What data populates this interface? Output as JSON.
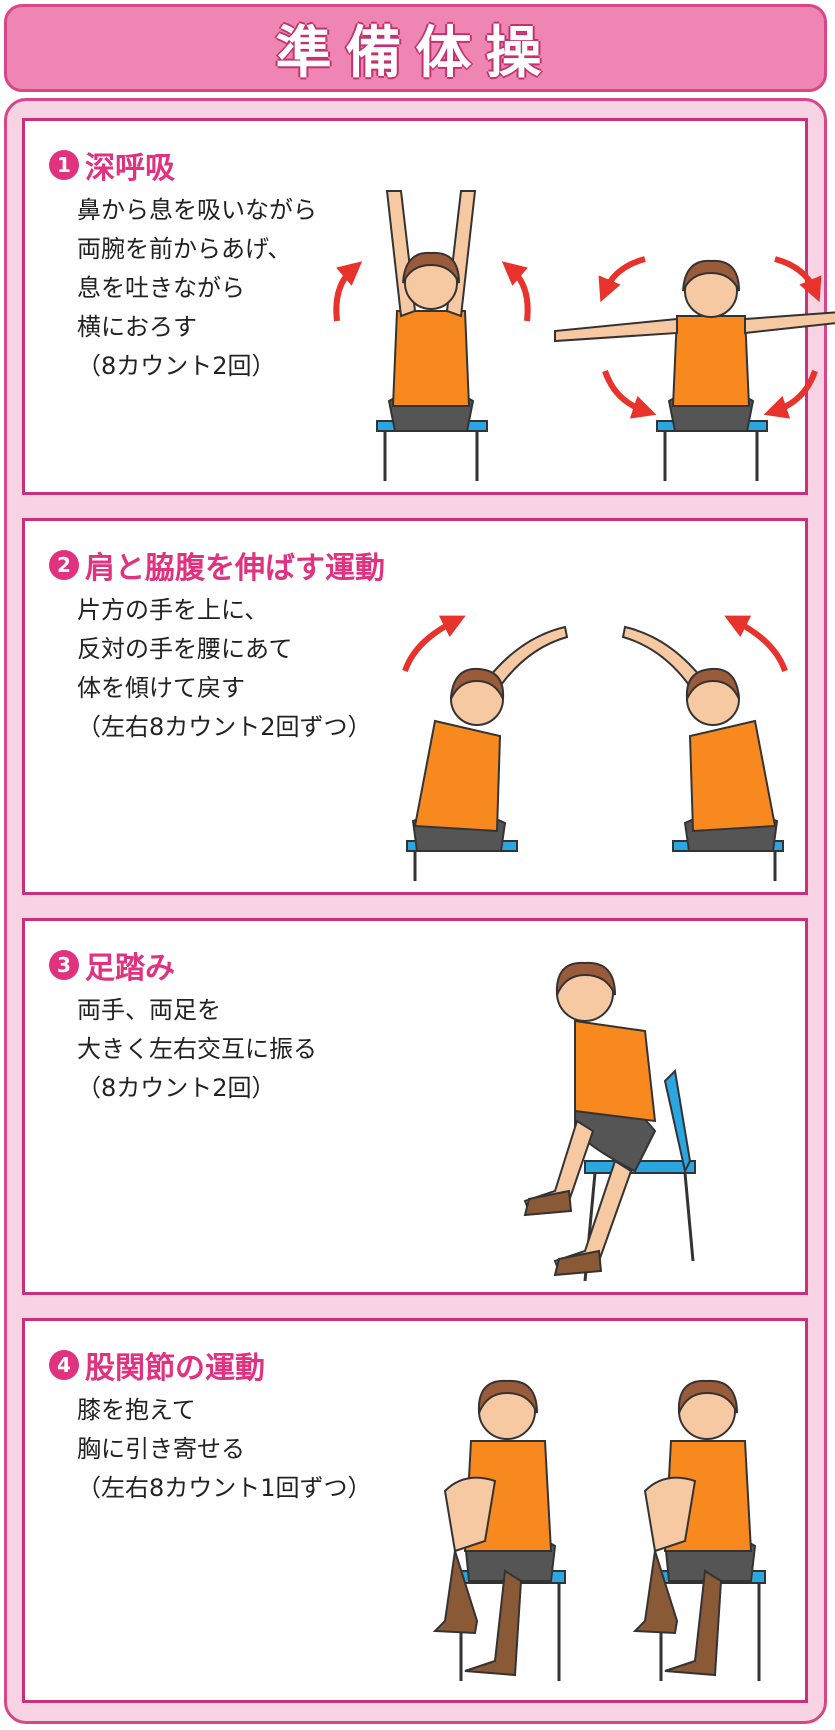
{
  "header": {
    "title": "準備体操"
  },
  "sections": [
    {
      "num": "1",
      "title": "深呼吸",
      "lines": [
        "鼻から息を吸いながら",
        "両腕を前からあげ、",
        "息を吐きながら",
        "横におろす",
        "（8カウント2回）"
      ]
    },
    {
      "num": "2",
      "title": "肩と脇腹を伸ばす運動",
      "lines": [
        "片方の手を上に、",
        "反対の手を腰にあて",
        "体を傾けて戻す",
        "（左右8カウント2回ずつ）"
      ]
    },
    {
      "num": "3",
      "title": "足踏み",
      "lines": [
        "両手、両足を",
        "大きく左右交互に振る",
        "（8カウント2回）"
      ]
    },
    {
      "num": "4",
      "title": "股関節の運動",
      "lines": [
        "膝を抱えて",
        "胸に引き寄せる",
        "（左右8カウント1回ずつ）"
      ]
    }
  ],
  "colors": {
    "accent": "#e0327f",
    "header_bg": "#ef85b3",
    "frame_bg": "#f8d3e4",
    "shirt": "#f7891f",
    "chair": "#2aa6e0",
    "arrow": "#e8322c"
  }
}
